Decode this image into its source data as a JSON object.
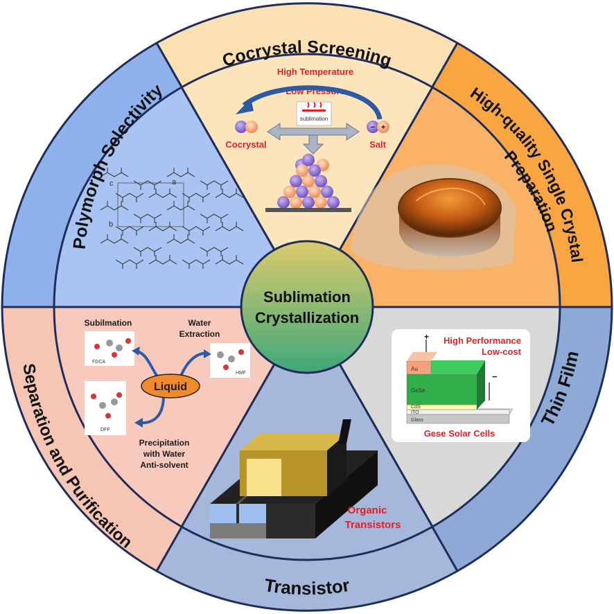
{
  "center": {
    "line1": "Sublimation",
    "line2": "Crystallization"
  },
  "ring": {
    "cocrystal_screening": "Cocrystal Screening",
    "high_quality": "High-quality Single Crystal",
    "preparation": "Preparation",
    "thin_film": "Thin Film",
    "transistor": "Transistor",
    "separation": "Separation and Purification",
    "polymorph": "Polymorph Selectivity"
  },
  "cocrystal_panel": {
    "high_temperature": "High Temperature",
    "low_pressure": "Low Pressure",
    "sublimation_icon_label": "sublimation",
    "cocrystal": "Cocrystal",
    "salt": "Salt"
  },
  "polymorph_panel": {
    "axis_c": "c",
    "axis_a": "a",
    "axis_b": "b"
  },
  "separation_panel": {
    "sublimation": "Subilmation",
    "water": "Water",
    "extraction": "Extraction",
    "liquid": "Liquid",
    "fdca": "FDCA",
    "hmf": "HMF",
    "dff": "DFF",
    "precipitation": "Precipitation",
    "with_water": "with Water",
    "anti_solvent": "Anti-solvent"
  },
  "thin_film_panel": {
    "high_performance": "High Performance",
    "low_cost": "Low-cost",
    "au": "Au",
    "gese": "GeSe",
    "cds": "CdS",
    "ito": "ITO",
    "glass": "Glass",
    "plus": "+",
    "minus": "−",
    "caption": "Gese Solar Cells"
  },
  "transistor_panel": {
    "organic": "Organic",
    "transistors": "Transistors"
  },
  "colors": {
    "cocrystal_segment": "#fbe0b4",
    "single_crystal_segment": "#f9a541",
    "thin_film_segment": "#8fa9d6",
    "transistor_segment": "#a5b8dc",
    "separation_segment": "#f7c5b3",
    "polymorph_segment": "#8fb1ec",
    "center_gradient_top": "#d9c96a",
    "center_gradient_bottom": "#4daa7a",
    "accent_red": "#e21f26"
  }
}
